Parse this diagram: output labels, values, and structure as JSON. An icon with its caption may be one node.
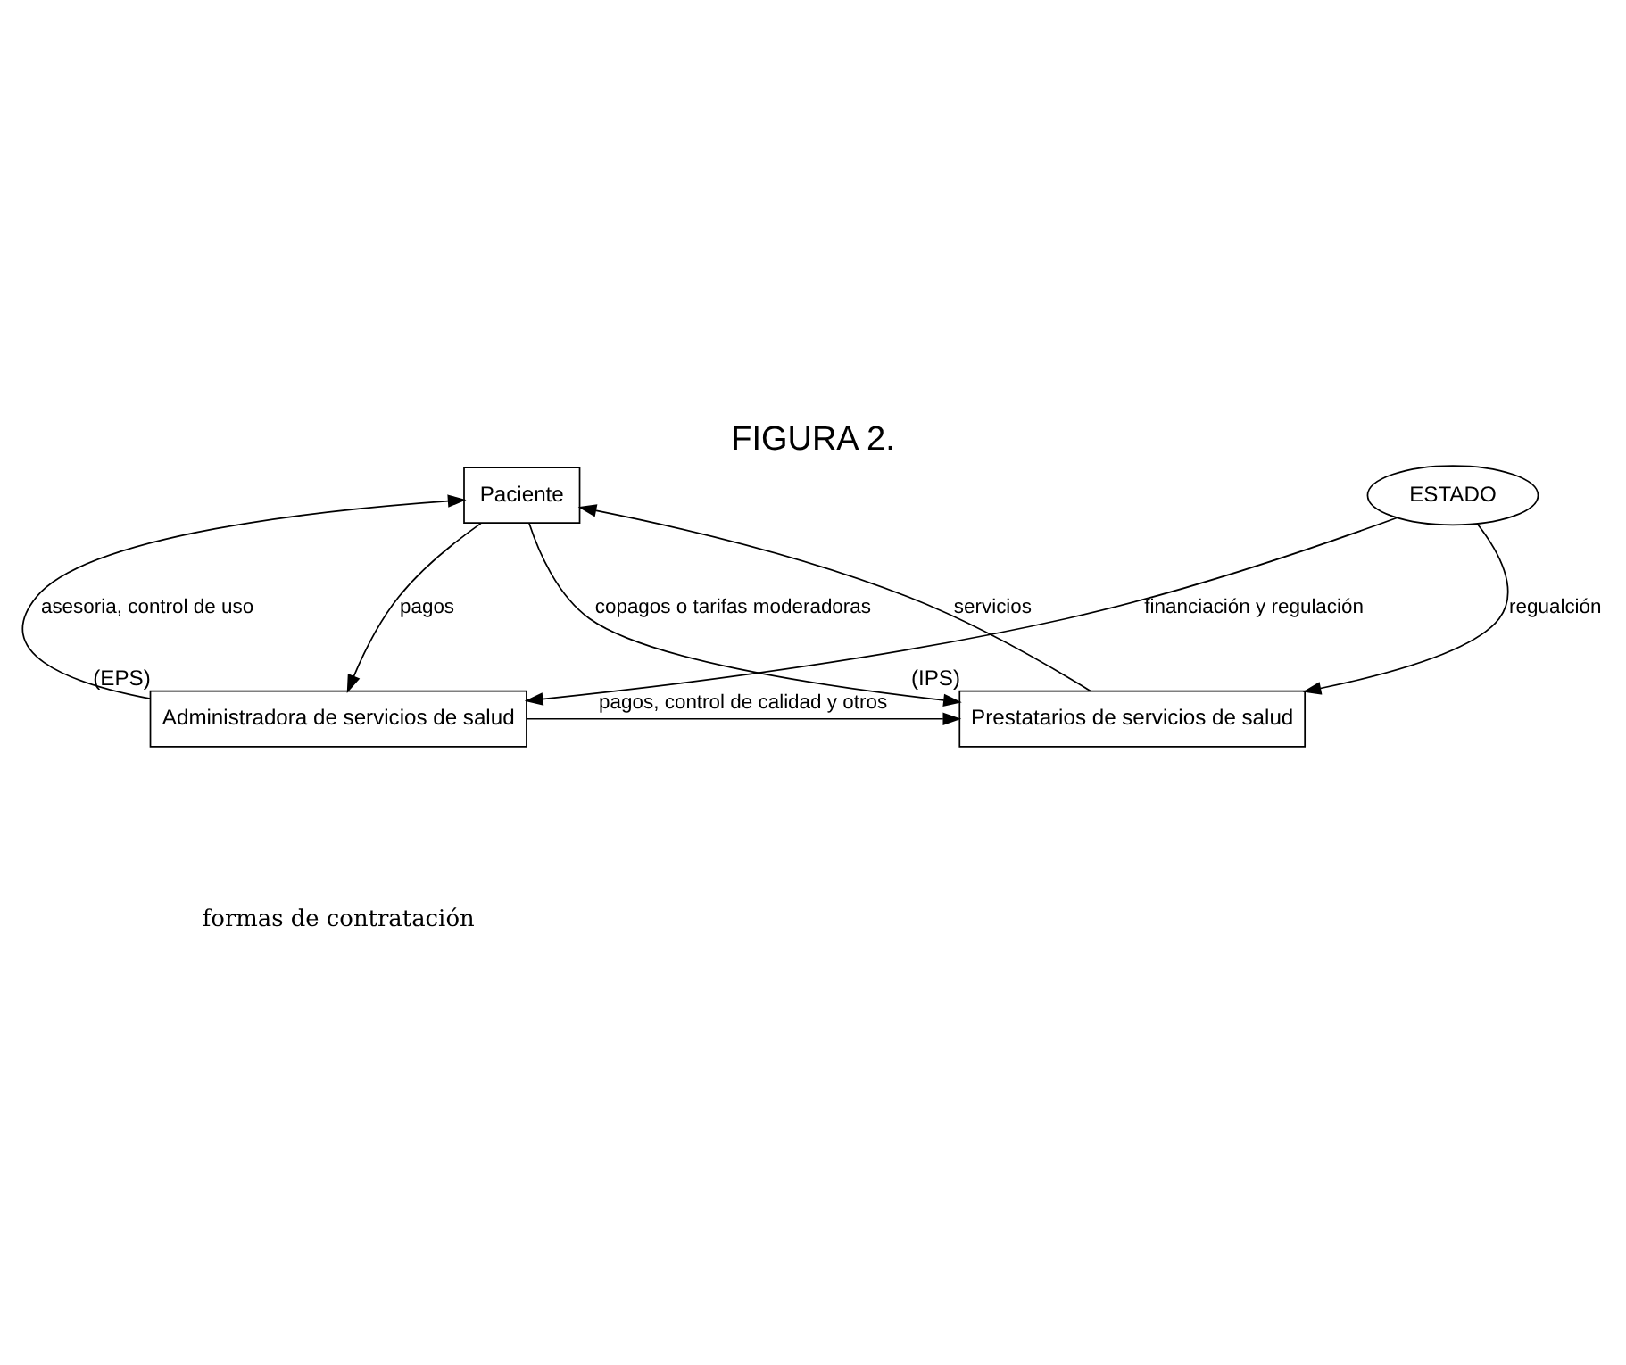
{
  "diagram": {
    "title": "FIGURA 2.",
    "nodes": [
      {
        "text": [
          "Paciente"
        ]
      },
      {
        "text": [
          "Administradora de servicios de salud"
        ],
        "beside": [
          "(EPS)"
        ]
      },
      {
        "text": [
          "Prestatarios de servicios de salud"
        ],
        "beside": [
          "(IPS)"
        ]
      },
      {
        "text": [
          "ESTADO"
        ]
      }
    ],
    "edges": [
      {
        "from": 1,
        "to": 0,
        "arrow": "to",
        "label": "asesoria, control de uso"
      },
      {
        "from": 0,
        "to": 1,
        "arrow": "to",
        "label": "pagos"
      },
      {
        "from": 2,
        "to": 0,
        "arrow": "to",
        "label": "servicios"
      },
      {
        "from": 0,
        "to": 2,
        "arrow": "to",
        "label": "copagos o tarifas moderadoras"
      },
      {
        "from": 1,
        "to": 2,
        "arrow": "to",
        "label": "pagos, control de calidad y otros"
      },
      {
        "from": 3,
        "to": 1,
        "arrow": "to",
        "label": "financiación y regulación"
      },
      {
        "from": 3,
        "to": 2,
        "arrow": "to",
        "label": "regualción"
      }
    ],
    "labels": [
      "formas de contratación"
    ]
  }
}
